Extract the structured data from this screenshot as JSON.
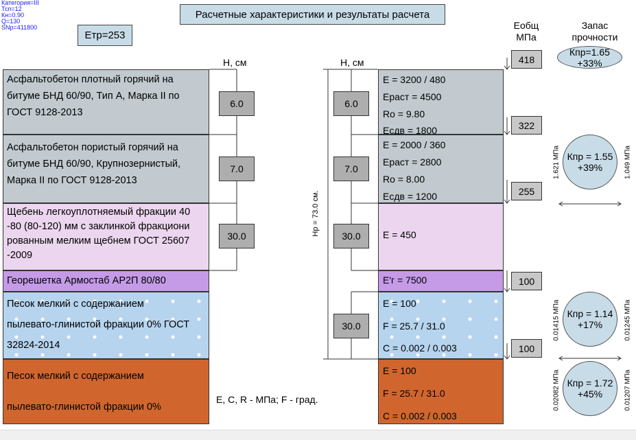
{
  "info": {
    "lines": [
      "Категория=III",
      "Тсп=12",
      "Кн=0.90",
      "Q=130",
      "SNp=411800"
    ]
  },
  "title": "Расчетные характеристики и результаты расчета",
  "etr": "Eтр=253",
  "headers": {
    "h_left": "Н, см",
    "h_right": "Н, см",
    "eobsh": [
      "Eобщ",
      "МПа"
    ],
    "reserve": [
      "Запас",
      "прочности"
    ]
  },
  "layers": [
    {
      "lines": [
        "Асфальтобетон плотный горячий на",
        "битуме БНД 60/90, Тип А, Марка II по",
        "ГОСТ 9128-2013"
      ],
      "thickness": "6.0",
      "color": "#c2cacf"
    },
    {
      "lines": [
        "Асфальтобетон пористый горячий на",
        "битуме БНД 60/90, Крупнозернистый,",
        "Марка II по ГОСТ 9128-2013"
      ],
      "thickness": "7.0",
      "color": "#c2cacf"
    },
    {
      "lines": [
        "Щебень легкоуплотняемый фракции 40",
        "-80 (80-120) мм с заклинкой фракциони",
        "рованным мелким щебнем ГОСТ 25607",
        "-2009"
      ],
      "thickness": "30.0",
      "color": "#ecd6ef"
    },
    {
      "lines": [
        "Георешетка Армостаб АР2П 80/80"
      ],
      "thickness": "",
      "color": "#c59be8"
    },
    {
      "lines": [
        "Песок мелкий с содержанием",
        "пылевато-глинистой фракции 0% ГОСТ",
        "32824-2014"
      ],
      "thickness": "30.0",
      "color": "#b6d4ee"
    },
    {
      "lines": [
        "Песок мелкий с содержанием",
        "пылевато-глинистой фракции 0%"
      ],
      "thickness": "",
      "color": "#d0662e"
    }
  ],
  "props": [
    [
      "E = 3200 / 480",
      "Eраст = 4500",
      "Ro = 9.80",
      "Eсдв = 1800"
    ],
    [
      "E = 2000 / 360",
      "Eраст = 2800",
      "Ro = 8.00",
      "Eсдв = 1200"
    ],
    [
      "E = 450"
    ],
    [
      "E'г = 7500"
    ],
    [
      "E = 100",
      "F = 25.7 / 31.0",
      "C = 0.002 / 0.003"
    ],
    [
      "E = 100",
      "F = 25.7 / 31.0",
      "C = 0.002 / 0.003"
    ]
  ],
  "eobsh_values": [
    "418",
    "322",
    "255",
    "100",
    "100"
  ],
  "hp_label": "Hр = 73.0 см.",
  "units_note": "E, C, R - МПа; F - град.",
  "reserves": [
    {
      "k": "Кпр=1.65",
      "pct": "+33%",
      "left": "",
      "right": ""
    },
    {
      "k": "Кпр = 1.55",
      "pct": "+39%",
      "left": "1.621 МПа",
      "right": "1.049 МПа"
    },
    {
      "k": "Кпр = 1.14",
      "pct": "+17%",
      "left": "0.01415 МПа",
      "right": "0.01245 МПа"
    },
    {
      "k": "Кпр = 1.72",
      "pct": "+45%",
      "left": "0.02082 МПа",
      "right": "0.01207 МПа"
    }
  ]
}
